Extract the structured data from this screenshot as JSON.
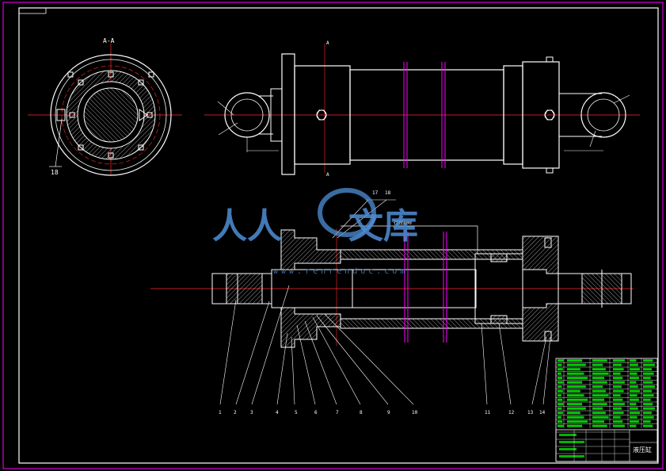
{
  "section_label": "A-A",
  "section_marker": "A",
  "dimension_stroke": "行程800",
  "part_numbers": [
    "1",
    "2",
    "3",
    "4",
    "5",
    "6",
    "7",
    "8",
    "9",
    "10",
    "11",
    "12",
    "13",
    "14",
    "17",
    "18"
  ],
  "section_part_number": "18",
  "title_block": {
    "drawing_title": "液压缸"
  },
  "watermark": {
    "text_left": "人人",
    "text_right": "文库",
    "url": "www.renrendoc.com"
  },
  "colors": {
    "background": "#000000",
    "line": "#ffffff",
    "center": "#ff2a2a",
    "accent": "#ff00ff",
    "frame_outer": "#ff00ff",
    "table": "#00ff00",
    "watermark": "#4f8fd6"
  }
}
